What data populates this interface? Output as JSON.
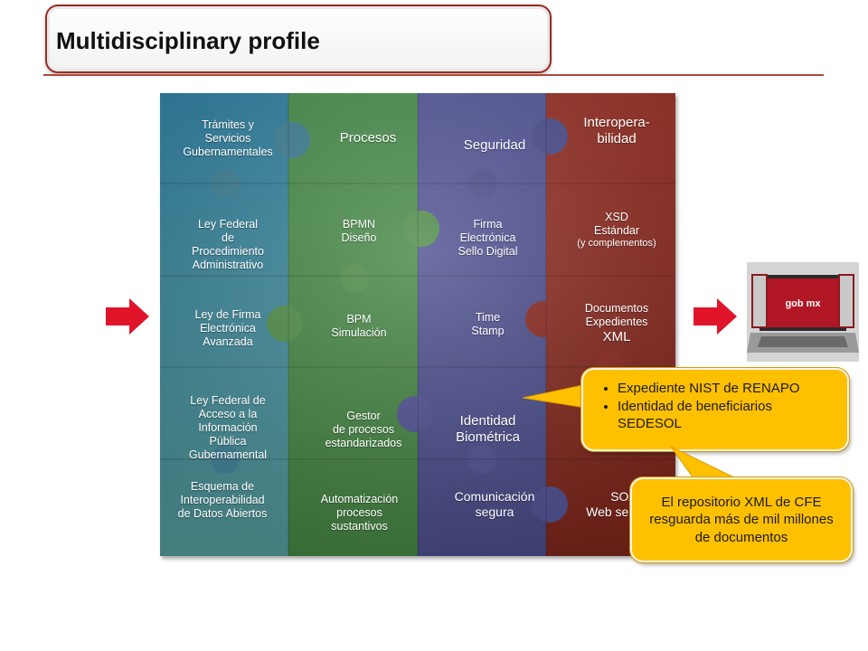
{
  "title": "Multidisciplinary profile",
  "columns": [
    {
      "color": "#3f7f94",
      "cells": [
        "Trámites y\nServicios\nGubernamentales",
        "Ley Federal\nde\nProcedimiento\nAdministrativo",
        "Ley de Firma\nElectrónica\nAvanzada",
        "Ley Federal de\nAcceso a la\nInformación\nPública\nGubernamental",
        "Esquema de\nInteroperabilidad\nde Datos Abiertos"
      ]
    },
    {
      "color": "#4e8c48",
      "cells": [
        "Procesos",
        "BPMN\nDiseño",
        "BPM\nSimulación",
        "Gestor\nde procesos\nestandarizados",
        "Automatización\nprocesos\nsustantivos"
      ]
    },
    {
      "color": "#4e4f8e",
      "cells": [
        "Seguridad",
        "Firma\nElectrónica\nSello Digital",
        "Time\nStamp",
        "Identidad\nBiométrica",
        "Comunicación\nsegura"
      ]
    },
    {
      "color": "#8a2a22",
      "cells": [
        "Interopera-\nbilidad",
        "XSD\nEstándar",
        "Documentos\nExpedientes",
        "",
        "SOA\nWeb services"
      ]
    }
  ],
  "xsd_note": "(y complementos)",
  "xml_label": "XML",
  "callout_top": {
    "items": [
      "Expediente NIST de RENAPO",
      "Identidad de beneficiarios SEDESOL"
    ]
  },
  "callout_bottom": {
    "text": "El repositorio XML de CFE resguarda más de mil millones de documentos"
  },
  "laptop": {
    "label": "gob mx"
  },
  "colors": {
    "arrow": "#e0152a",
    "callout": "#ffc000",
    "title_border": "#9a2a22"
  }
}
